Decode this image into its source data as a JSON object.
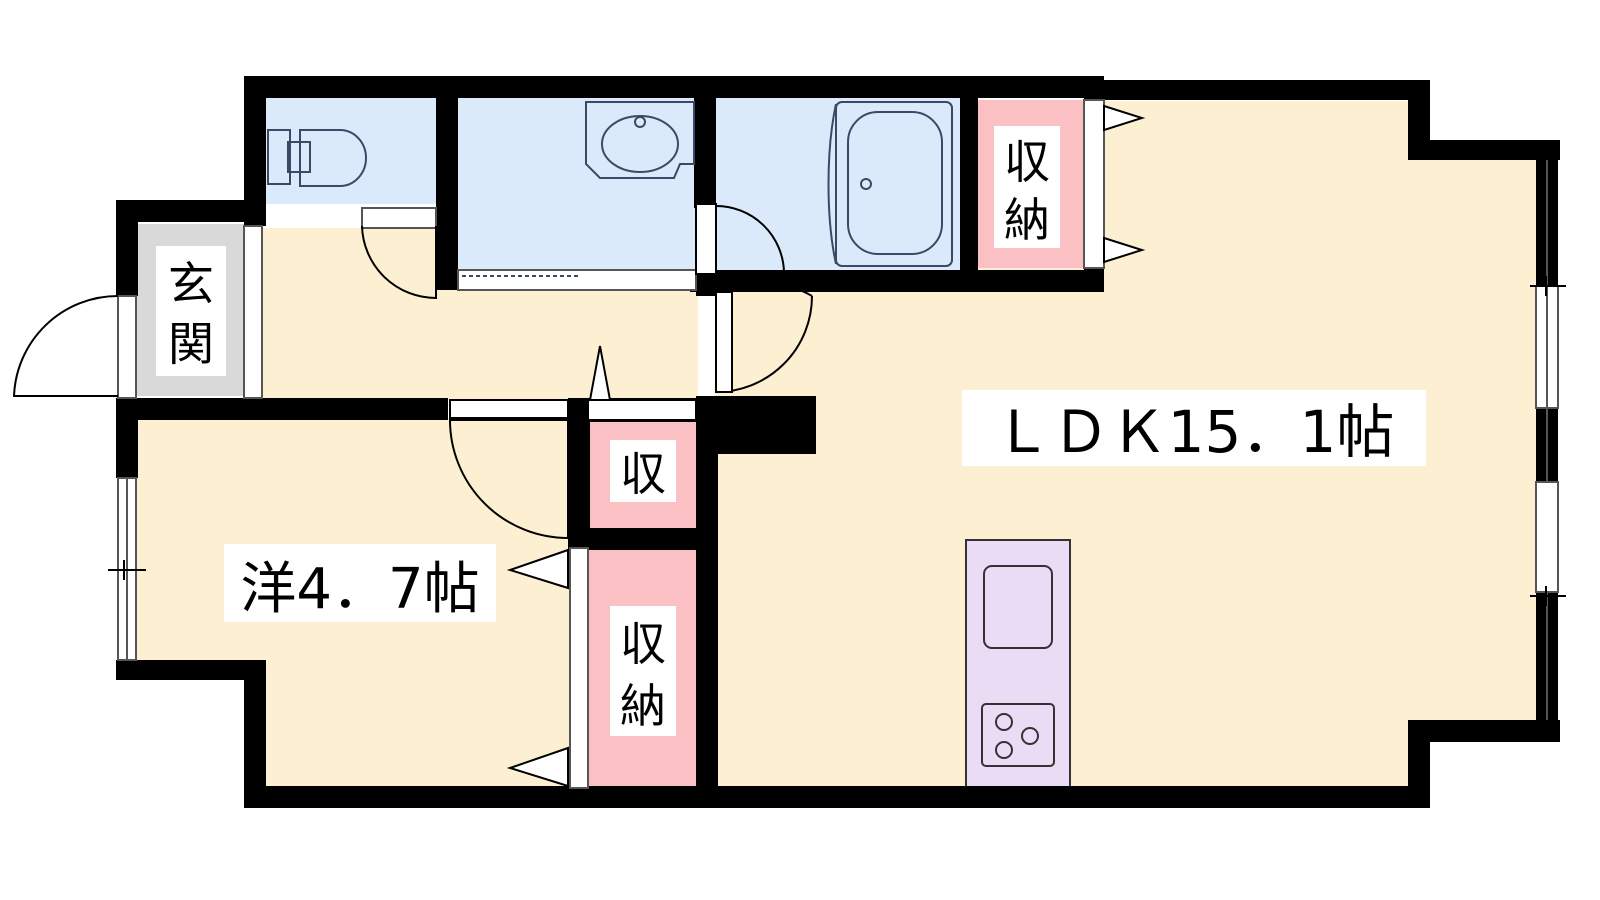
{
  "rooms": {
    "ldk": {
      "label": "ＬＤＫ15．1帖"
    },
    "western": {
      "label": "洋4．7帖"
    },
    "entrance": {
      "label_line1": "玄",
      "label_line2": "関"
    },
    "storage_top": {
      "label_line1": "収",
      "label_line2": "納"
    },
    "storage_small": {
      "label": "収"
    },
    "storage_bottom": {
      "label_line1": "収",
      "label_line2": "納"
    }
  },
  "colors": {
    "wall": "#000000",
    "living_floor": "#fdf0d2",
    "wet_area": "#dbeafb",
    "storage": "#fbc0c3",
    "entrance": "#d9d9d9",
    "kitchen": "#eadcf4",
    "fixture_line": "#3a4a66"
  }
}
